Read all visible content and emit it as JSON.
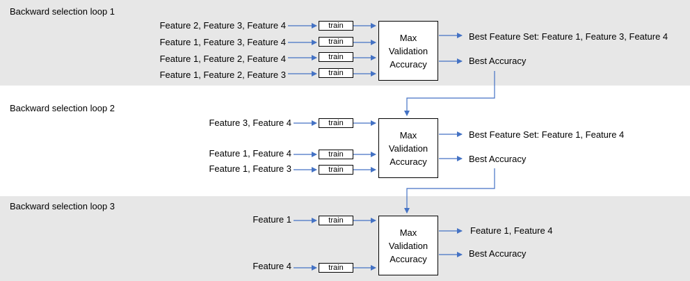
{
  "colors": {
    "band": "#e7e7e7",
    "arrow": "#4472c4"
  },
  "loops": [
    {
      "title": "Backward selection loop 1",
      "inputs": [
        {
          "label": "Feature 2, Feature 3, Feature 4",
          "train": "train"
        },
        {
          "label": "Feature 1, Feature 3, Feature 4",
          "train": "train"
        },
        {
          "label": "Feature 1, Feature 2, Feature 4",
          "train": "train"
        },
        {
          "label": "Feature 1, Feature 2, Feature 3",
          "train": "train"
        }
      ],
      "max_box": [
        "Max",
        "Validation",
        "Accuracy"
      ],
      "outputs": [
        "Best Feature Set: Feature 1, Feature 3, Feature 4",
        "Best Accuracy"
      ]
    },
    {
      "title": "Backward selection loop 2",
      "inputs": [
        {
          "label": "Feature 3, Feature 4",
          "train": "train"
        },
        {
          "label": "Feature 1, Feature 4",
          "train": "train"
        },
        {
          "label": "Feature 1, Feature 3",
          "train": "train"
        }
      ],
      "max_box": [
        "Max",
        "Validation",
        "Accuracy"
      ],
      "outputs": [
        "Best Feature Set: Feature 1, Feature 4",
        "Best Accuracy"
      ]
    },
    {
      "title": "Backward selection loop 3",
      "inputs": [
        {
          "label": "Feature 1",
          "train": "train"
        },
        {
          "label": "Feature 4",
          "train": "train"
        }
      ],
      "max_box": [
        "Max",
        "Validation",
        "Accuracy"
      ],
      "outputs": [
        "Feature 1, Feature 4",
        "Best Accuracy"
      ]
    }
  ]
}
